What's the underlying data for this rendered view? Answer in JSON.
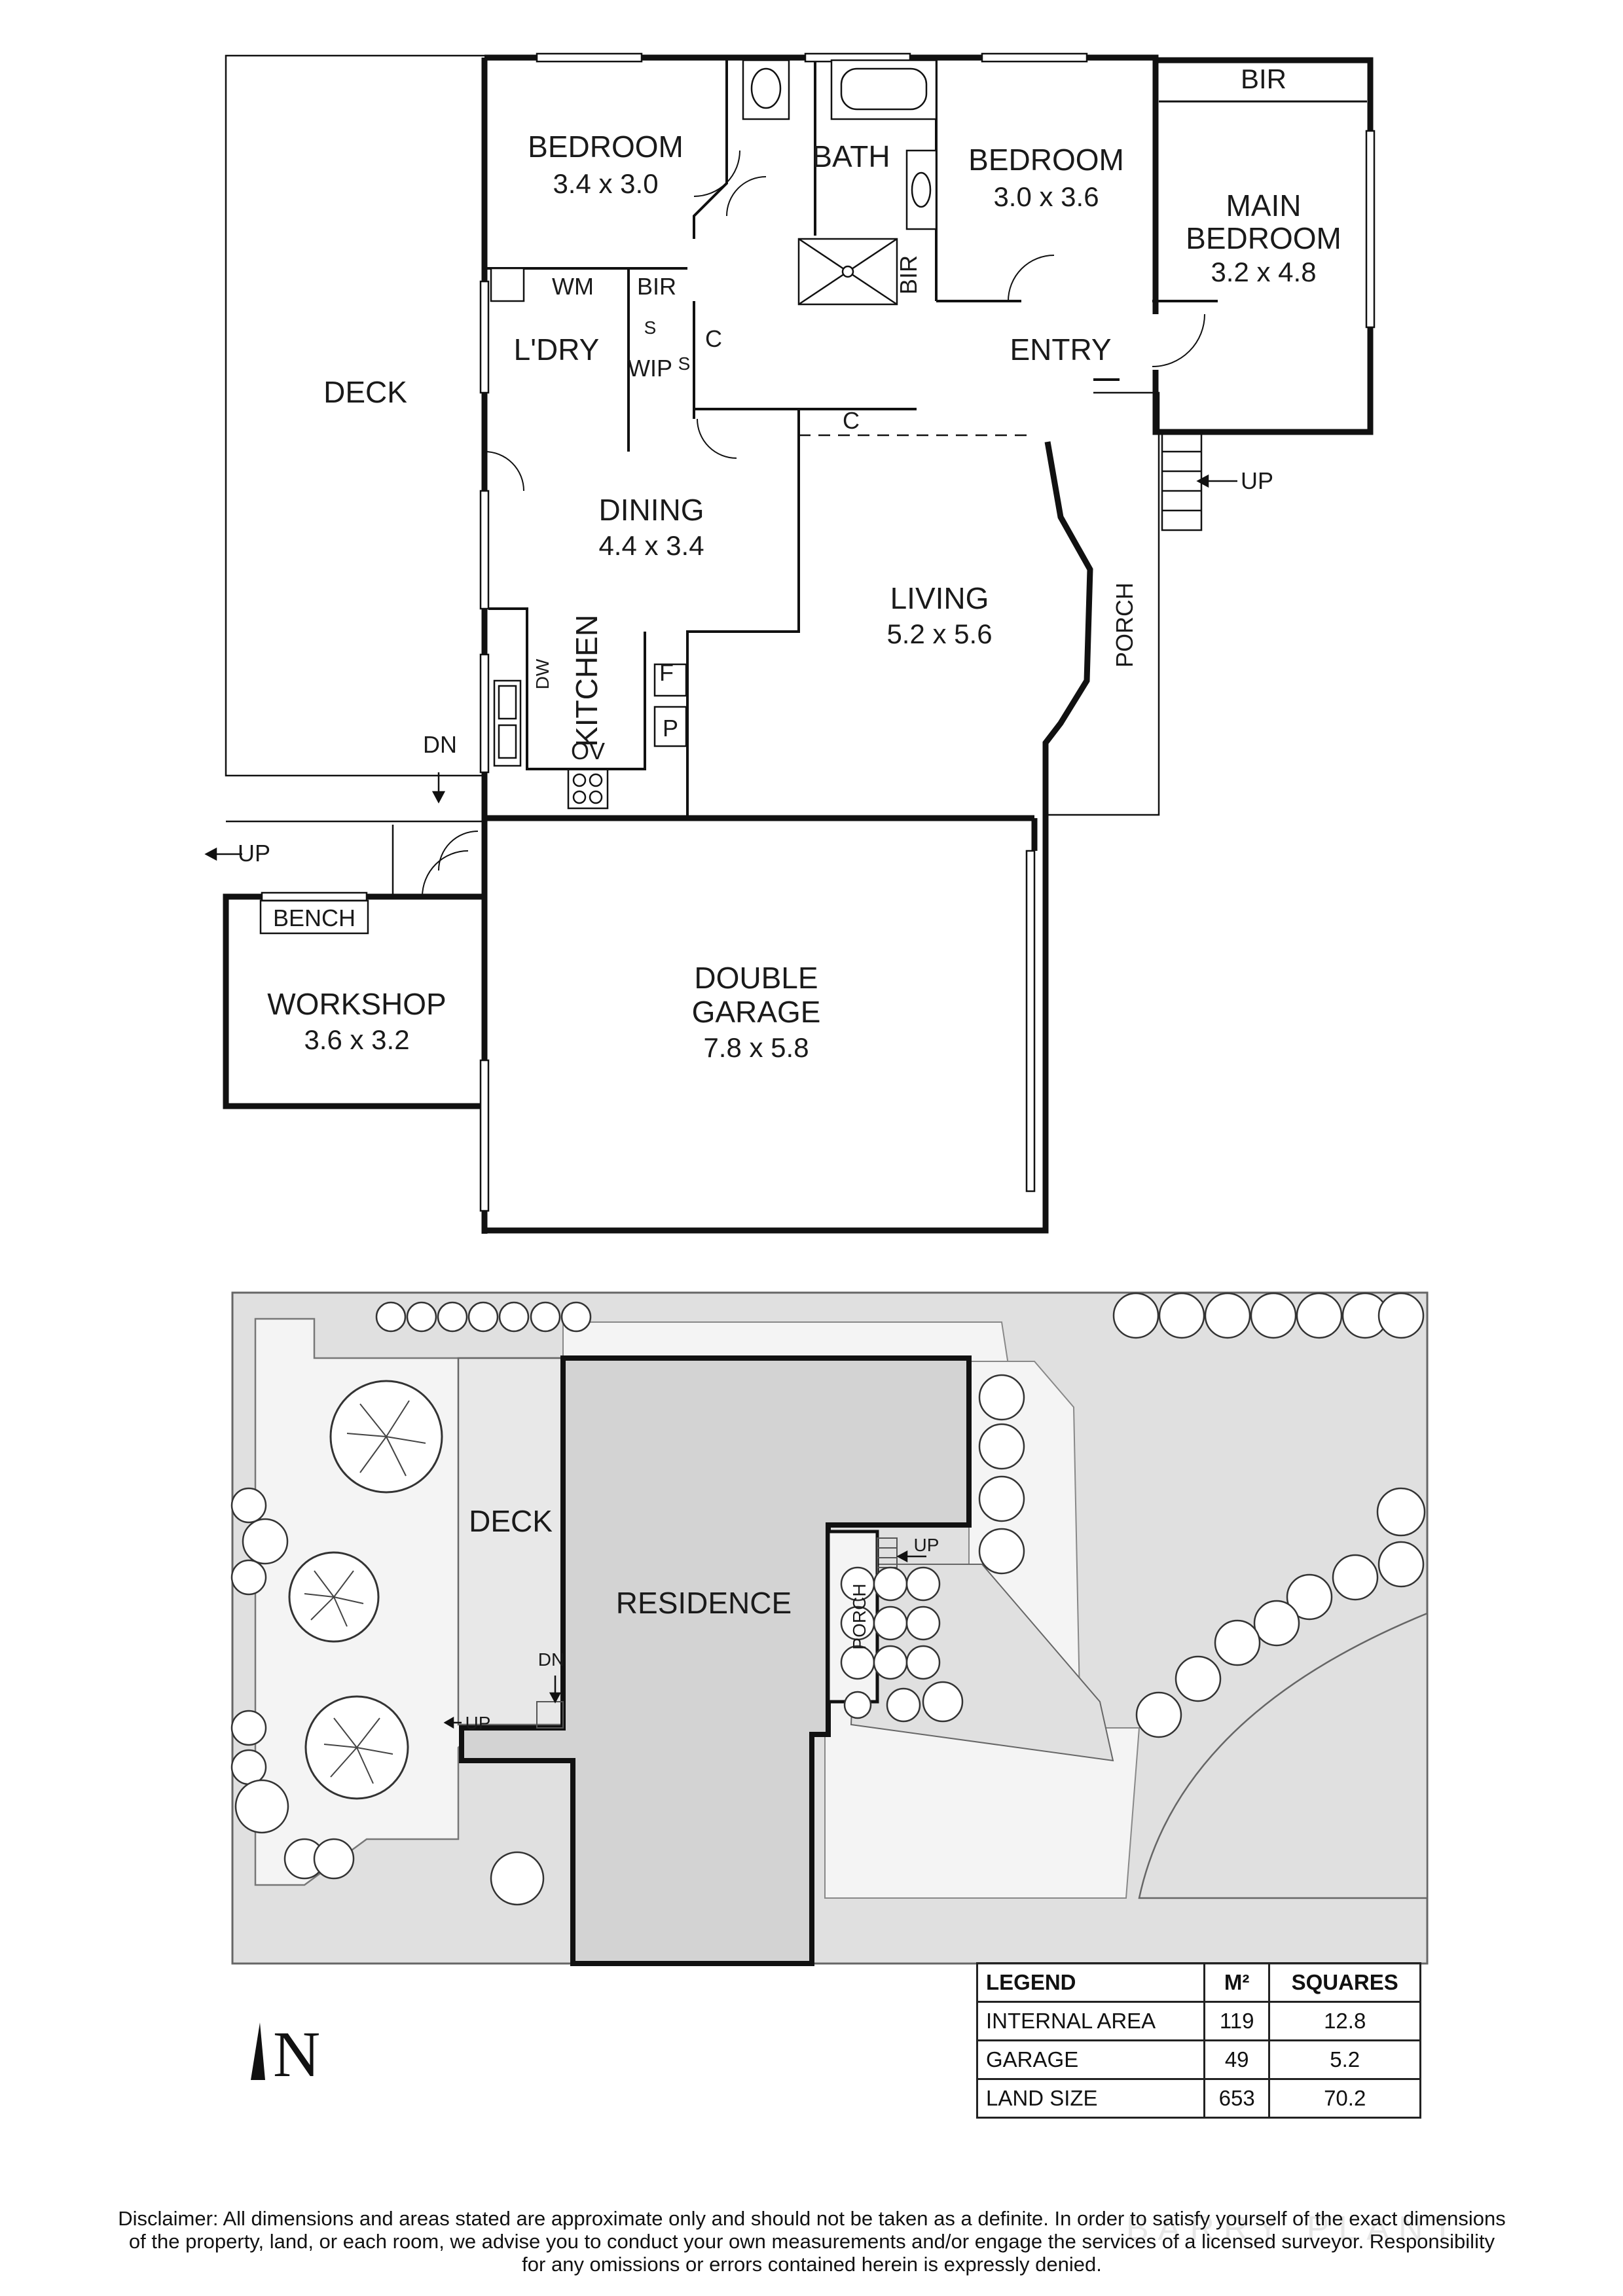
{
  "rooms": {
    "bedroom2": {
      "name": "BEDROOM",
      "size": "3.4 x 3.0"
    },
    "bath": {
      "name": "BATH"
    },
    "bedroom3": {
      "name": "BEDROOM",
      "size": "3.0 x 3.6"
    },
    "main_bedroom": {
      "name_line1": "MAIN",
      "name_line2": "BEDROOM",
      "size": "3.2 x 4.8"
    },
    "main_bir": "BIR",
    "bir_bath": "BIR",
    "wm": "WM",
    "bir_laundry": "BIR",
    "laundry": "L'DRY",
    "wip": "WIP",
    "wip_s1": "S",
    "wip_s2": "S",
    "cupboard1": "C",
    "cupboard2": "C",
    "entry": "ENTRY",
    "deck": "DECK",
    "dining": {
      "name": "DINING",
      "size": "4.4 x 3.4"
    },
    "living": {
      "name": "LIVING",
      "size": "5.2 x 5.6"
    },
    "porch": "PORCH",
    "up_porch": "UP",
    "kitchen": "KITCHEN",
    "dw": "DW",
    "fridge": "F",
    "pantry": "P",
    "ov": "OV",
    "dn_deck": "DN",
    "up_workshop": "UP",
    "bench": "BENCH",
    "workshop": {
      "name": "WORKSHOP",
      "size": "3.6 x 3.2"
    },
    "garage": {
      "name_line1": "DOUBLE",
      "name_line2": "GARAGE",
      "size": "7.8 x 5.8"
    }
  },
  "site": {
    "deck": "DECK",
    "residence": "RESIDENCE",
    "porch": "PORCH",
    "up1": "UP",
    "dn": "DN",
    "up2": "UP"
  },
  "compass": {
    "label": "N"
  },
  "legend": {
    "headers": [
      "LEGEND",
      "M²",
      "SQUARES"
    ],
    "rows": [
      {
        "label": "INTERNAL AREA",
        "m2": "119",
        "squares": "12.8"
      },
      {
        "label": "GARAGE",
        "m2": "49",
        "squares": "5.2"
      },
      {
        "label": "LAND SIZE",
        "m2": "653",
        "squares": "70.2"
      }
    ]
  },
  "disclaimer": {
    "line1": "Disclaimer: All dimensions and areas stated are approximate only and should not be taken as a definite. In order to satisfy yourself of the exact dimensions",
    "line2": "of the property, land, or each room, we advise you to conduct your own measurements and/or engage the services of a licensed surveyor. Responsibility",
    "line3": "for any omissions or errors contained herein is expressly denied."
  },
  "watermark": "BARRY PLANT"
}
